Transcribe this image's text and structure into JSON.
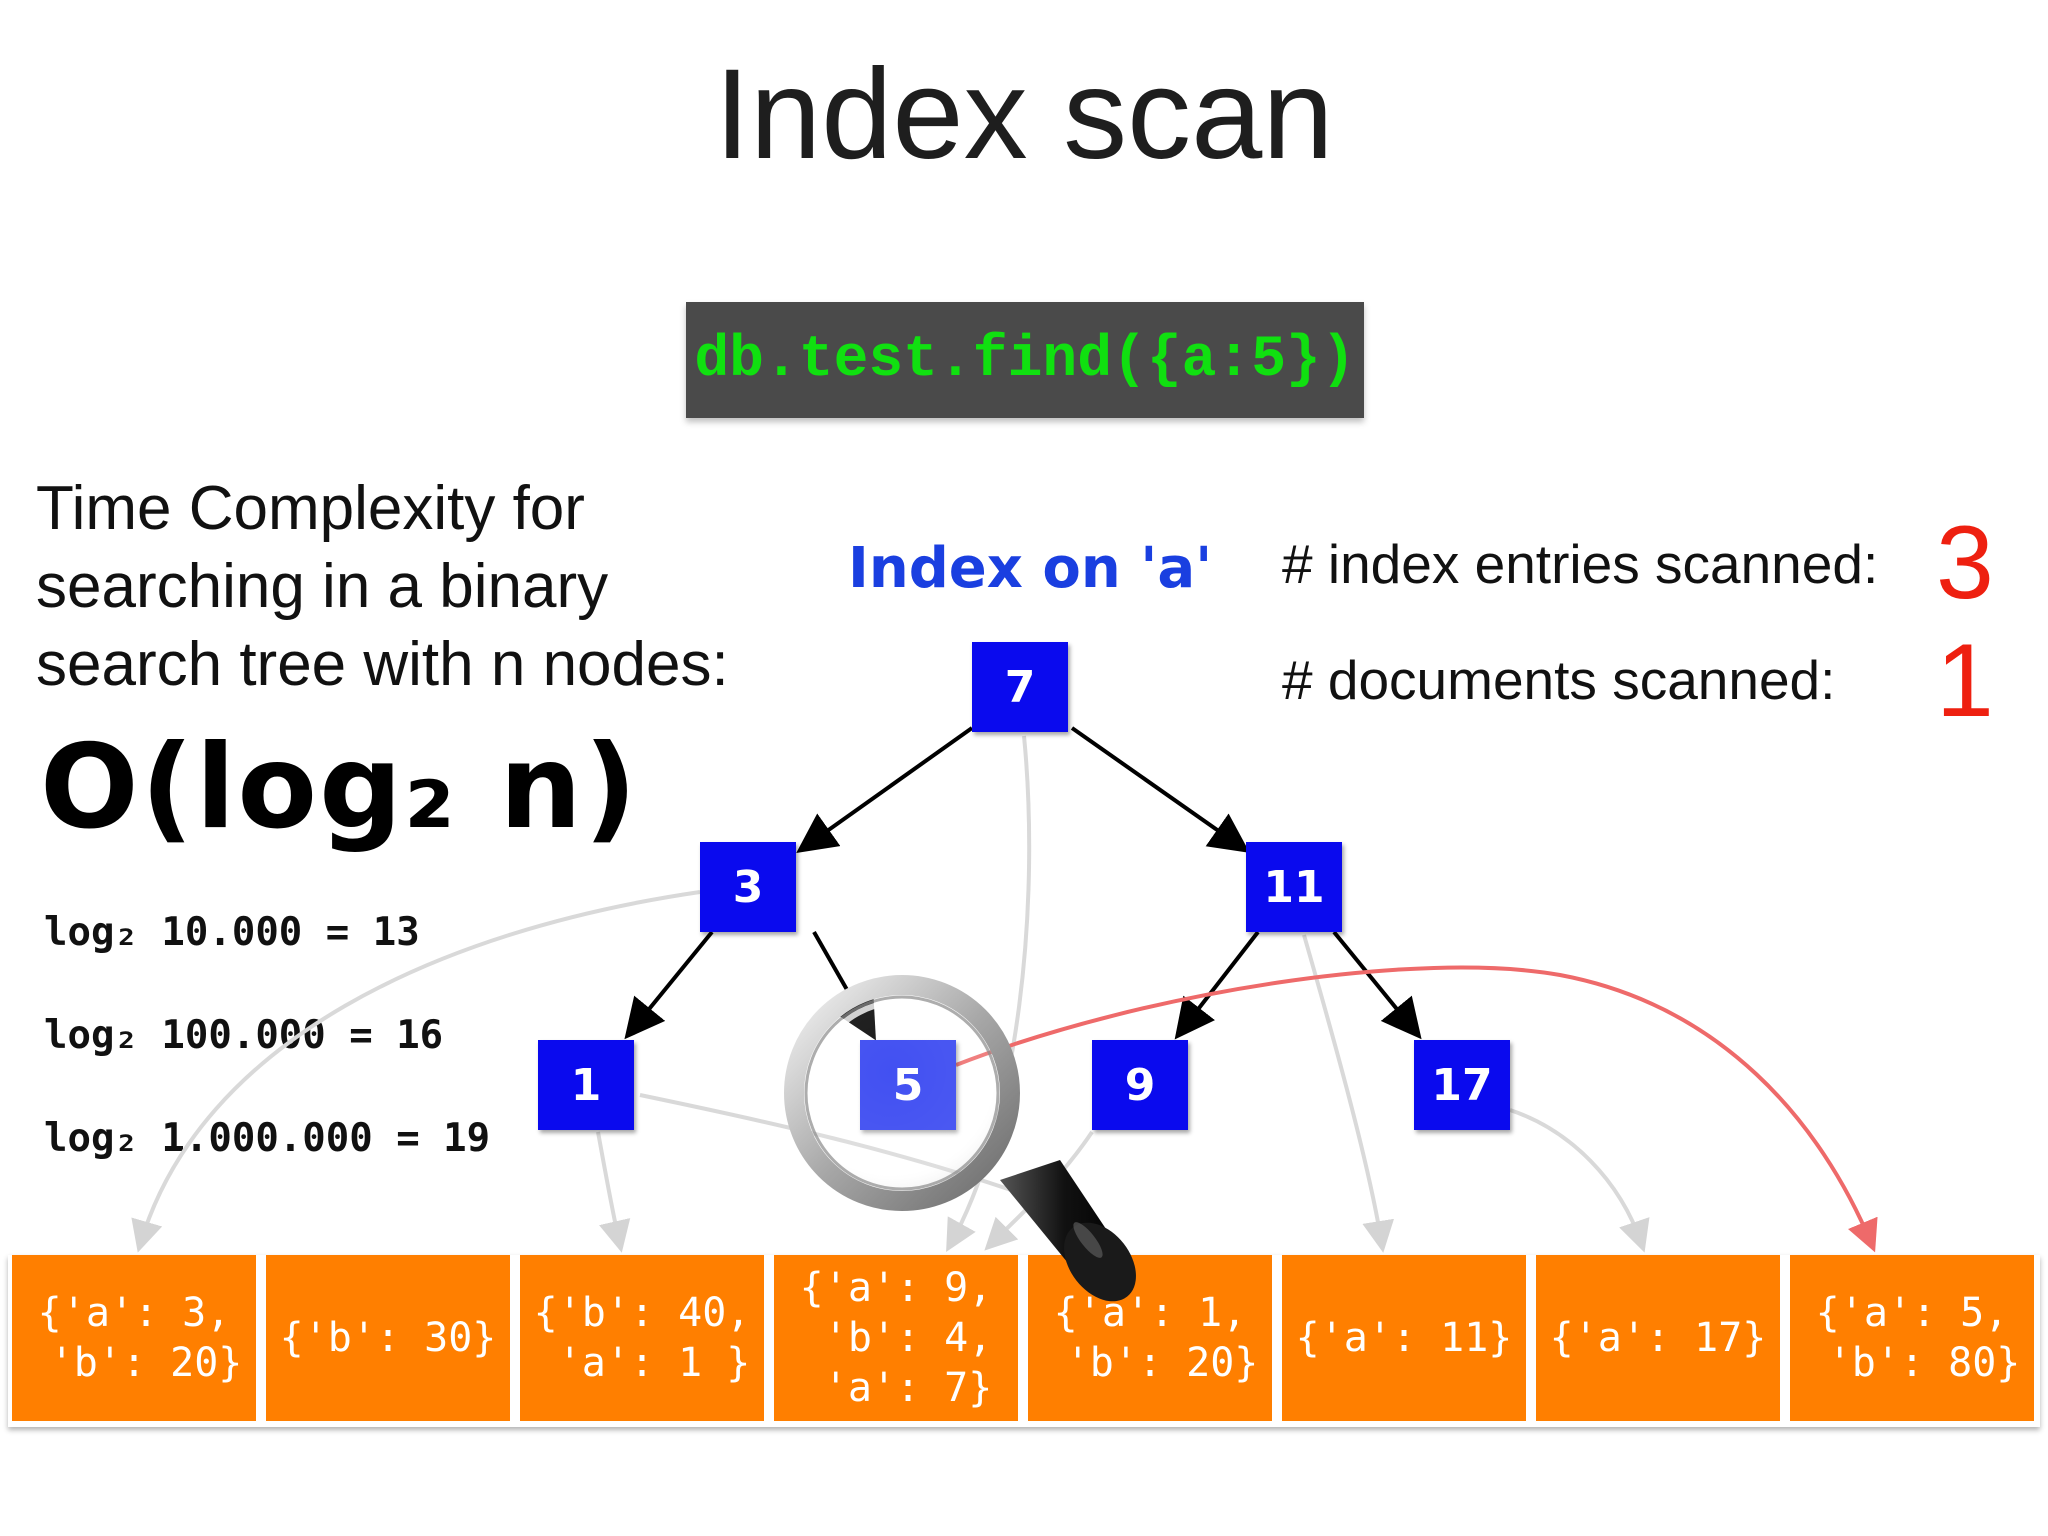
{
  "title": "Index scan",
  "query": "db.test.find({a:5})",
  "complexity": {
    "line1": "Time Complexity for",
    "line2": "searching in a binary",
    "line3": "search tree with n nodes:",
    "formula": "O(log₂ n)",
    "examples": [
      "log₂ 10.000 = 13",
      "log₂ 100.000 = 16",
      "log₂ 1.000.000 = 19"
    ]
  },
  "index_label": "Index on 'a'",
  "stats": {
    "entries_label": "# index entries scanned:",
    "entries_value": "3",
    "docs_label": "# documents scanned:",
    "docs_value": "1"
  },
  "tree": {
    "root": "7",
    "left": "3",
    "right": "11",
    "left_left": "1",
    "left_right": "5",
    "right_left": "9",
    "right_right": "17"
  },
  "documents": [
    "{'a': 3,\n 'b': 20}",
    "{'b': 30}",
    "{'b': 40,\n 'a': 1 }",
    "{'a': 9,\n 'b': 4,\n 'a': 7}",
    "{'a': 1,\n 'b': 20}",
    "{'a': 11}",
    "{'a': 17}",
    "{'a': 5,\n 'b': 80}"
  ],
  "colors": {
    "node": "#0a0aee",
    "document": "#ff7f00",
    "highlight_arrow": "#ee6a6a",
    "pointer_arrow": "#d9d9d9",
    "stat_value": "#ee2010",
    "query_text": "#10e010",
    "index_label": "#1a3fe0"
  },
  "icons": [
    "magnifier-icon"
  ]
}
